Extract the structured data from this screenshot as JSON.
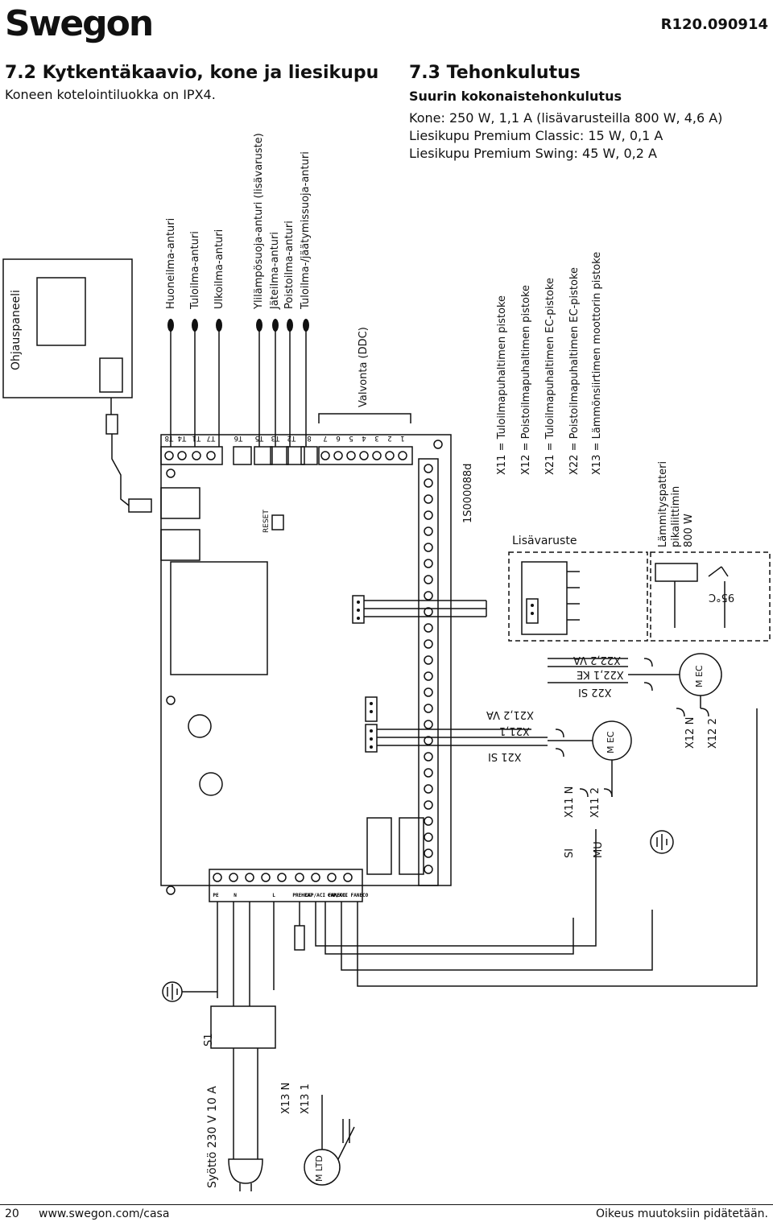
{
  "header": {
    "logo": "Swegon",
    "doc_ref": "R120.090914"
  },
  "left": {
    "title": "7.2 Kytkentäkaavio, kone ja liesikupu",
    "subtitle": "Koneen kotelointiluokka on IPX4."
  },
  "right": {
    "title": "7.3 Tehonkulutus",
    "subheading": "Suurin kokonaistehonkulutus",
    "lines": [
      "Kone: 250 W, 1,1 A (lisävarusteilla 800 W, 4,6 A)",
      "Liesikupu Premium Classic: 15 W, 0,1 A",
      "Liesikupu Premium Swing: 45 W, 0,2 A"
    ]
  },
  "diagram": {
    "panel_label": "Ohjauspaneeli",
    "sensors": [
      "Huoneilma-anturi",
      "Tuloilma-anturi",
      "Ulkoilma-anturi",
      "Ylilämpösuoja-anturi (lisävaruste)",
      "Jäteilma-anturi",
      "Poistoilma-anturi",
      "Tuloilma-/jäätymissuoja-anturi"
    ],
    "ddc_label": "Valvonta (DDC)",
    "legend": [
      "X11 = Tuloilmapuhaltimen pistoke",
      "X12 = Poistoilmapuhaltimen pistoke",
      "X21 = Tuloilmapuhaltimen EC-pistoke",
      "X22 = Poistoilmapuhaltimen EC-pistoke",
      "X13 = Lämmönsiirtimen moottorin pistoke"
    ],
    "accessory_label": "Lisävaruste",
    "heater_label": "Lämmityspatteri pikaliittimin 800 W",
    "supply_label": "Syöttö 230 V 10 A",
    "board_code": "1S000088d",
    "reset_label": "RESET",
    "thermostat": "95°C",
    "switch_label": "S1",
    "terminal_top": [
      "T8",
      "T4",
      "T1",
      "T7",
      "T6",
      "T5",
      "T3",
      "T2",
      "8",
      "7",
      "6",
      "5",
      "4",
      "3",
      "2",
      "1"
    ],
    "terminal_bottom": [
      "PE",
      "N",
      "L",
      "PREHEAT",
      "CAP/ACI FANECO",
      "CAP/ACI FANECO"
    ],
    "plug_labels": {
      "x13n": "X13 N",
      "x131": "X13 1",
      "x11n": "X11 N",
      "x112": "X11 2",
      "x12n": "X12 N",
      "x122": "X12 2",
      "x211": "X21,1",
      "x212": "X21,2 VA",
      "x21si": "X21 SI",
      "x221": "X22,1 KE",
      "x222": "X22,2 VA",
      "x22si": "X22 SI",
      "si": "SI",
      "mu": "MU"
    },
    "motor_labels": {
      "ltd": "M LTD",
      "m1": "M EC",
      "m2": "M EC"
    }
  },
  "footer": {
    "page": "20",
    "url": "www.swegon.com/casa",
    "note": "Oikeus muutoksiin pidätetään."
  }
}
